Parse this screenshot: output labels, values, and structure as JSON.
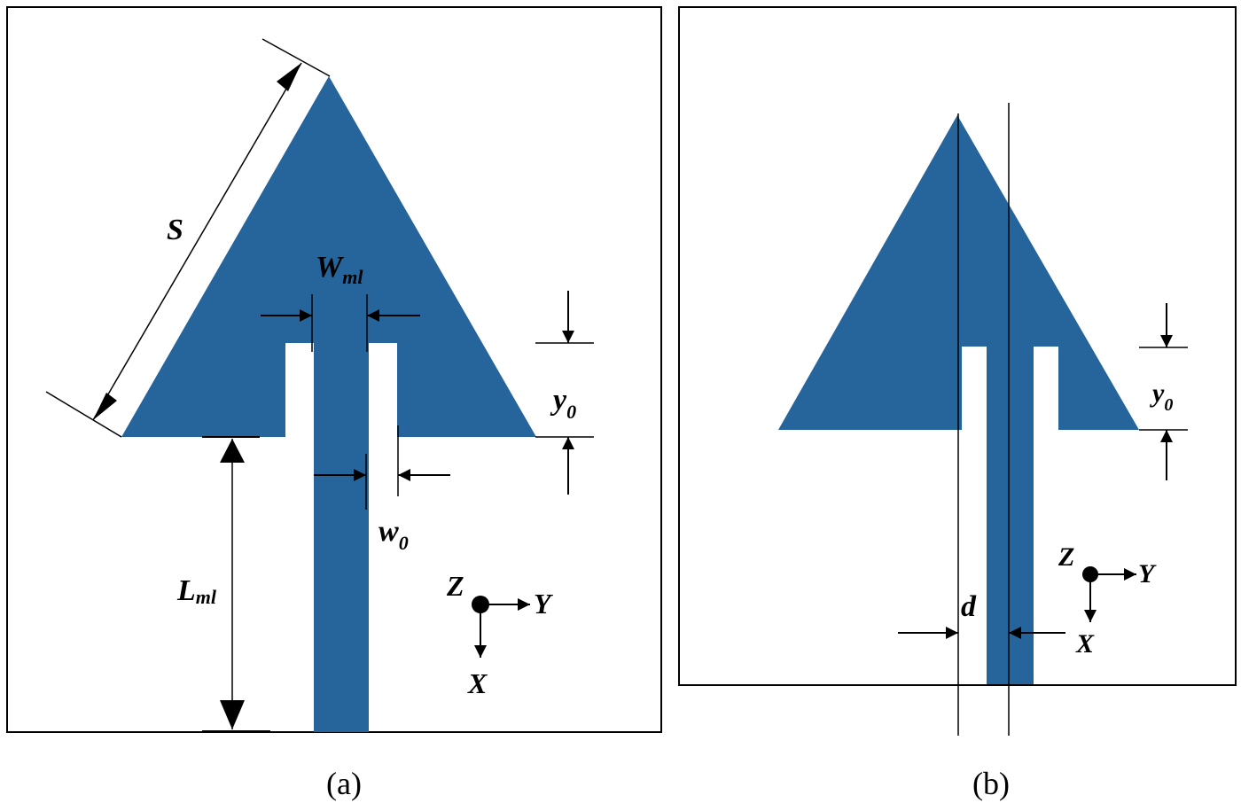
{
  "figure": {
    "panel_a": {
      "caption": "(a)",
      "labels": {
        "S": "S",
        "W_main": "W",
        "W_sub": "ml",
        "y0_main": "y",
        "y0_sub": "0",
        "w0_main": "w",
        "w0_sub": "0",
        "L_main": "L",
        "L_sub": "ml",
        "axis_z": "Z",
        "axis_y": "Y",
        "axis_x": "X"
      }
    },
    "panel_b": {
      "caption": "(b)",
      "labels": {
        "y0_main": "y",
        "y0_sub": "0",
        "d": "d",
        "axis_z": "Z",
        "axis_y": "Y",
        "axis_x": "X"
      }
    },
    "colors": {
      "patch": "#26649c",
      "line": "#000000",
      "background": "#ffffff"
    }
  }
}
